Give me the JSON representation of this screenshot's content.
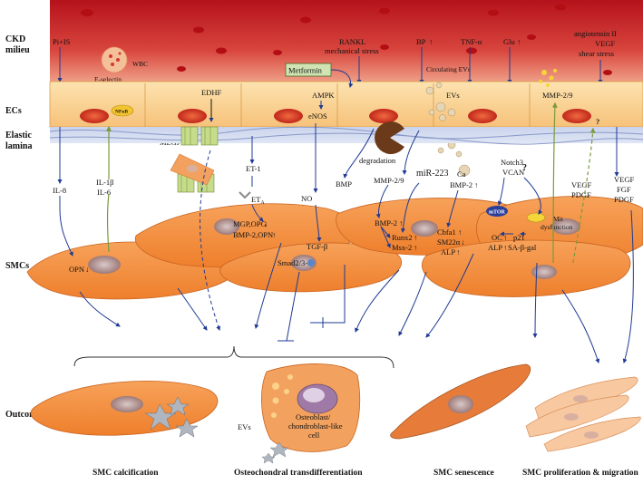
{
  "rows": {
    "ckd_line1": "CKD",
    "ckd_line2": "milieu",
    "ecs": "ECs",
    "elastic_line1": "Elastic",
    "elastic_line2": "lamina",
    "smcs": "SMCs",
    "outcomes": "Outcomes"
  },
  "stimuli": {
    "pi_is": "Pi+IS",
    "wbc": "WBC",
    "e_selectin": "E-selectin",
    "rankl": "RANKL",
    "mech_stress": "mechanical stress",
    "bp": "BP",
    "tnf": "TNF-α",
    "glu": "Glu",
    "angiotensin": "angiotensin II",
    "vegf": "VEGF",
    "shear": "shear stress",
    "circulating_evs": "Circulating EVs"
  },
  "ec_labels": {
    "nfkb": "NFκB",
    "edhf": "EDHF",
    "metformin": "Metformin",
    "ampk": "AMPK",
    "enos": "eNOS",
    "evs": "EVs",
    "mmp29_top": "MMP-2/9",
    "question_top": "?",
    "megj": "MEGJ",
    "degradation": "degradation"
  },
  "mediators": {
    "il8": "IL-8",
    "il1b": "IL-1β",
    "il6": "IL-6",
    "et1": "ET-1",
    "eta": "ET",
    "eta_sub": "A",
    "no": "NO",
    "bmp_left": "BMP",
    "mmp29_mid": "MMP-2/9",
    "mir223": "miR-223",
    "ca": "Ca",
    "bmp2_mid": "BMP-2",
    "notch3": "Notch3",
    "vcan": "VCAN",
    "question_mid": "?",
    "vegf_pdgf_1": "VEGF",
    "vegf_pdgf_2": "PDGF",
    "vegf_fgf_1": "VEGF",
    "vegf_fgf_2": "FGF",
    "vegf_fgf_3": "PDGF"
  },
  "smc_labels": {
    "opn": "OPN",
    "mgp_opg": "MGP,OPG",
    "bmp2_opn": "BMP-2,OPN",
    "tgfb": "TGF-β",
    "smad": "Smad2/3-",
    "bmp2_low": "BMP-2",
    "runx2": "Runx2",
    "msx2": "Msx-2",
    "cbfa1": "Cbfa1",
    "sm22a": "SM22α",
    "alp": "ALP",
    "mtor": "mTOR",
    "mit1": "Mit",
    "mit2": "dysfunction",
    "oc": "OC",
    "p21": "p21",
    "alp2": "ALP",
    "sa_gal": "SA-β-gal"
  },
  "outcomes": {
    "calcification": "SMC calcification",
    "osteo": "Osteochondral transdifferentiation",
    "senescence": "SMC senescence",
    "prolif": "SMC proliferation & migration",
    "osteo_cell_1": "Osteoblast/",
    "osteo_cell_2": "chondroblast-like",
    "osteo_cell_3": "cell",
    "evs": "EVs"
  },
  "colors": {
    "arrow_blue": "#1f3a93",
    "arrow_green": "#7a9a3a",
    "blood_red": "#c0141c",
    "cell_orange": "#f08a3a",
    "cell_light": "#f7b778"
  }
}
